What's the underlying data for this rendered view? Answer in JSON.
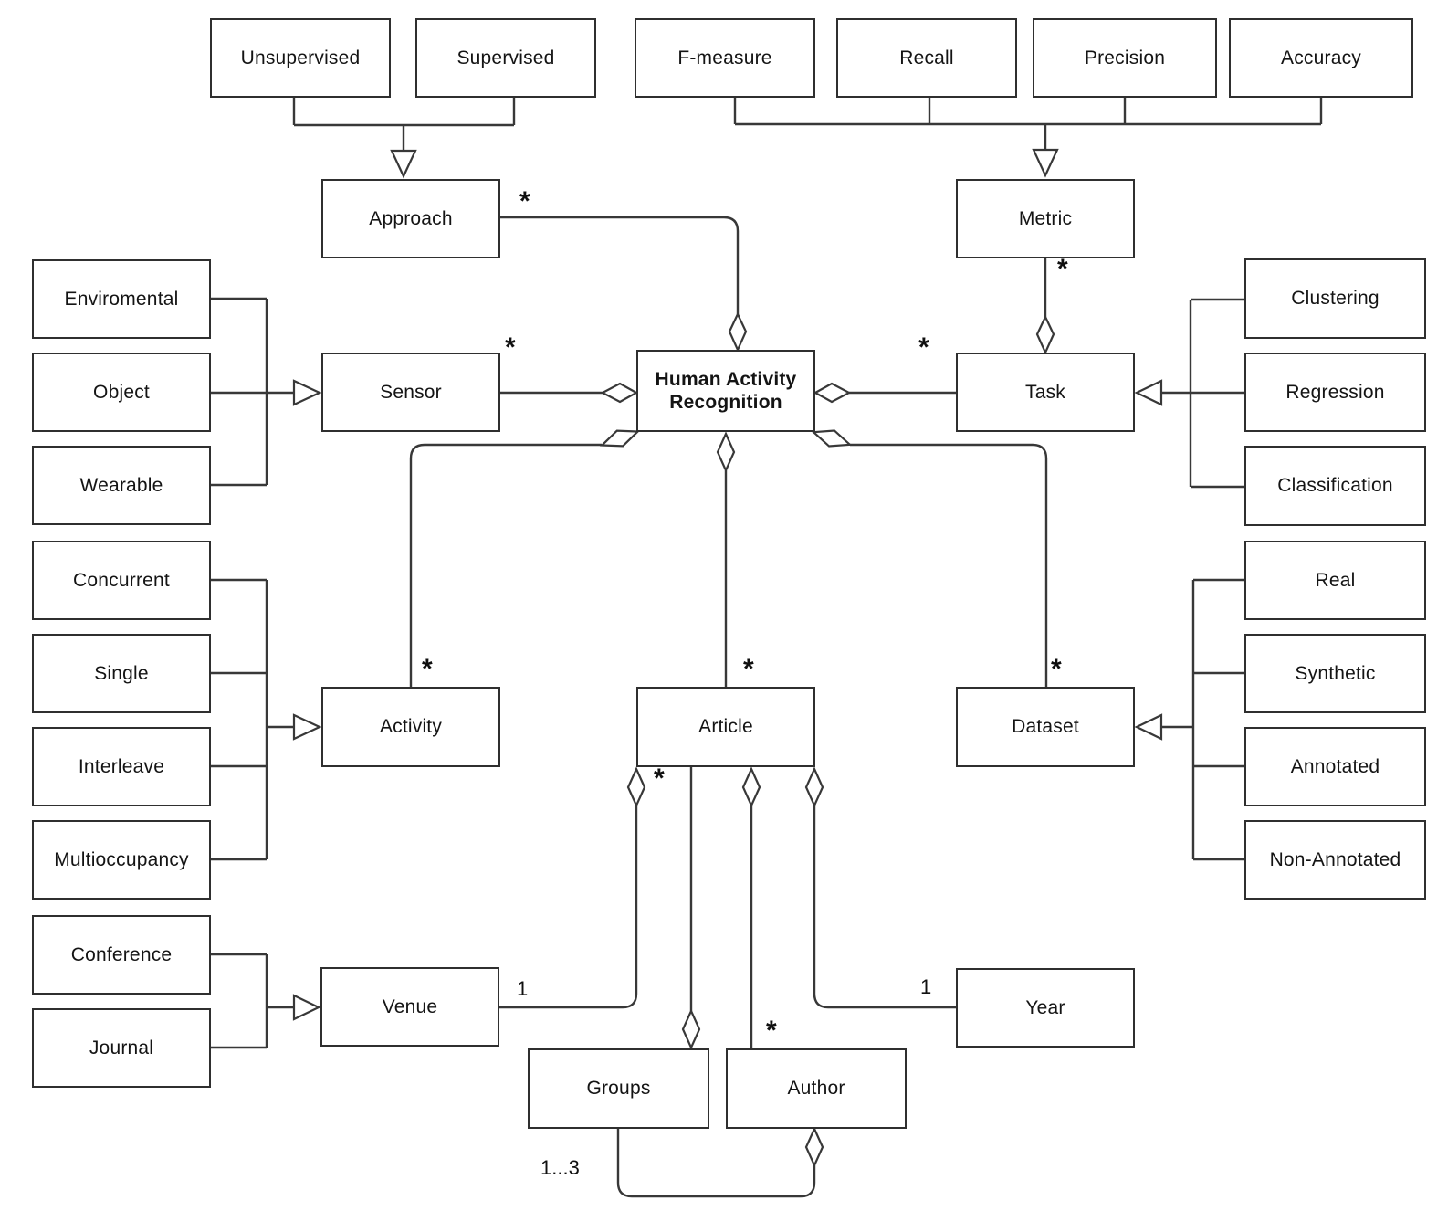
{
  "diagram_type": "uml-class-diagram",
  "subject": "Human Activity Recognition",
  "nodes": {
    "unsupervised": {
      "label": "Unsupervised"
    },
    "supervised": {
      "label": "Supervised"
    },
    "fmeasure": {
      "label": "F-measure"
    },
    "recall": {
      "label": "Recall"
    },
    "precision": {
      "label": "Precision"
    },
    "accuracy": {
      "label": "Accuracy"
    },
    "approach": {
      "label": "Approach"
    },
    "metric": {
      "label": "Metric"
    },
    "enviromental": {
      "label": "Enviromental"
    },
    "object": {
      "label": "Object"
    },
    "wearable": {
      "label": "Wearable"
    },
    "sensor": {
      "label": "Sensor"
    },
    "har": {
      "label": "Human Activity Recognition"
    },
    "task": {
      "label": "Task"
    },
    "clustering": {
      "label": "Clustering"
    },
    "regression": {
      "label": "Regression"
    },
    "classification": {
      "label": "Classification"
    },
    "concurrent": {
      "label": "Concurrent"
    },
    "single": {
      "label": "Single"
    },
    "interleave": {
      "label": "Interleave"
    },
    "multioccupancy": {
      "label": "Multioccupancy"
    },
    "real": {
      "label": "Real"
    },
    "synthetic": {
      "label": "Synthetic"
    },
    "annotated": {
      "label": "Annotated"
    },
    "nonannotated": {
      "label": "Non-Annotated"
    },
    "activity": {
      "label": "Activity"
    },
    "article": {
      "label": "Article"
    },
    "dataset": {
      "label": "Dataset"
    },
    "conference": {
      "label": "Conference"
    },
    "journal": {
      "label": "Journal"
    },
    "venue": {
      "label": "Venue"
    },
    "year": {
      "label": "Year"
    },
    "groups": {
      "label": "Groups"
    },
    "author": {
      "label": "Author"
    }
  },
  "multiplicities": {
    "har_approach": "*",
    "task_metric": "*",
    "har_sensor": "*",
    "har_task": "*",
    "har_activity": "*",
    "har_article": "*",
    "har_dataset": "*",
    "article_venue_near_article": "*",
    "article_venue_near_venue": "1",
    "article_author_near_author": "*",
    "article_year_near_year": "1",
    "author_groups_near_groups": "1...3"
  },
  "colors": {
    "line": "#383838",
    "box_border": "#2f2f2f",
    "background": "#ffffff",
    "text": "#141414"
  }
}
